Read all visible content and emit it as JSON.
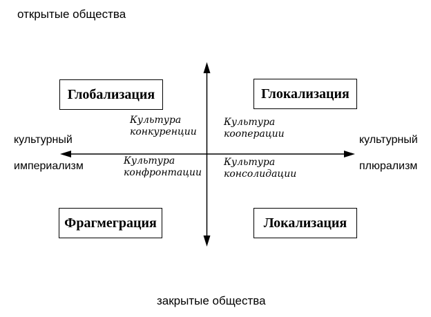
{
  "diagram": {
    "title_note": "",
    "poles": {
      "top": "открытые общества",
      "bottom": "закрытые общества",
      "left": {
        "line1": "культурный",
        "line2": "империализм"
      },
      "right": {
        "line1": "культурный",
        "line2": "плюрализм"
      }
    },
    "quadrants": {
      "top_left": {
        "label": "Глобализация"
      },
      "top_right": {
        "label": "Глокализация"
      },
      "bottom_left": {
        "label": "Фрагмеграция"
      },
      "bottom_right": {
        "label": "Локализация"
      }
    },
    "cultures": {
      "competition": {
        "line1": "Культура",
        "line2": "конкуренции"
      },
      "cooperation": {
        "line1": "Культура",
        "line2": "кооперации"
      },
      "confrontation": {
        "line1": "Культура",
        "line2": "конфронтации"
      },
      "consolidation": {
        "line1": "Культура",
        "line2": "консолидации"
      }
    },
    "colors": {
      "ink": "#000000",
      "background": "#ffffff"
    }
  }
}
